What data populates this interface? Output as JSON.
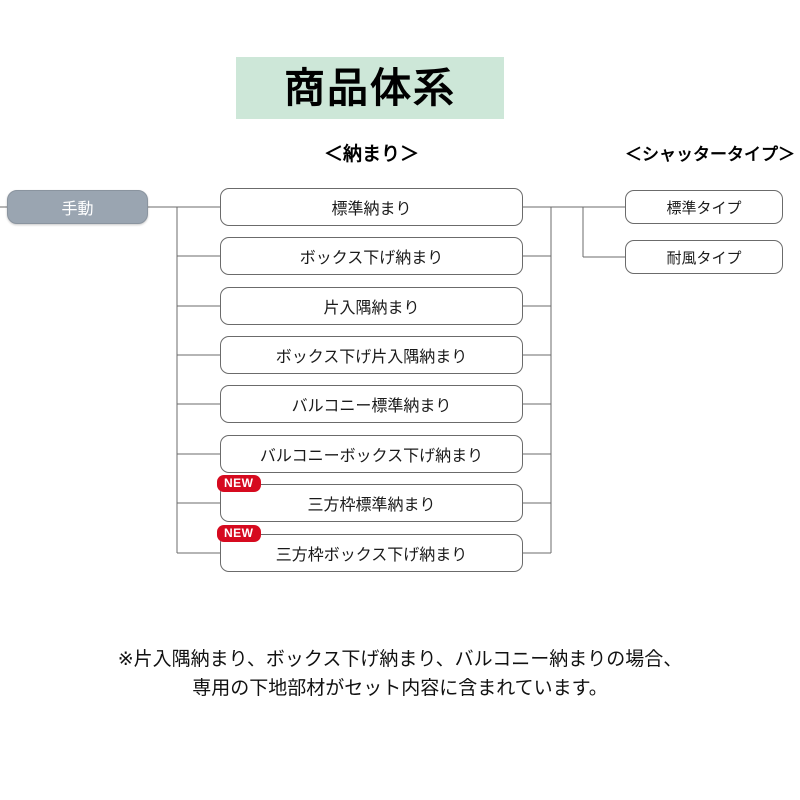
{
  "title": {
    "text": "商品体系",
    "background_color": "#cde7d8"
  },
  "headers": {
    "osamari": "＜納まり＞",
    "shutter": "＜シャッタータイプ＞"
  },
  "root": {
    "label": "手動",
    "background_color": "#9aa5b1",
    "text_color": "#ffffff"
  },
  "osamari_nodes": [
    {
      "label": "標準納まり",
      "badge": ""
    },
    {
      "label": "ボックス下げ納まり",
      "badge": ""
    },
    {
      "label": "片入隅納まり",
      "badge": ""
    },
    {
      "label": "ボックス下げ片入隅納まり",
      "badge": ""
    },
    {
      "label": "バルコニー標準納まり",
      "badge": ""
    },
    {
      "label": "バルコニーボックス下げ納まり",
      "badge": ""
    },
    {
      "label": "三方枠標準納まり",
      "badge": "NEW"
    },
    {
      "label": "三方枠ボックス下げ納まり",
      "badge": "NEW"
    }
  ],
  "shutter_nodes": [
    {
      "label": "標準タイプ"
    },
    {
      "label": "耐風タイプ"
    }
  ],
  "badge": {
    "label": "NEW",
    "color": "#d60a1f"
  },
  "footer": {
    "line1": "※片入隅納まり、ボックス下げ納まり、バルコニー納まりの場合、",
    "line2": "専用の下地部材がセット内容に含まれています。"
  }
}
